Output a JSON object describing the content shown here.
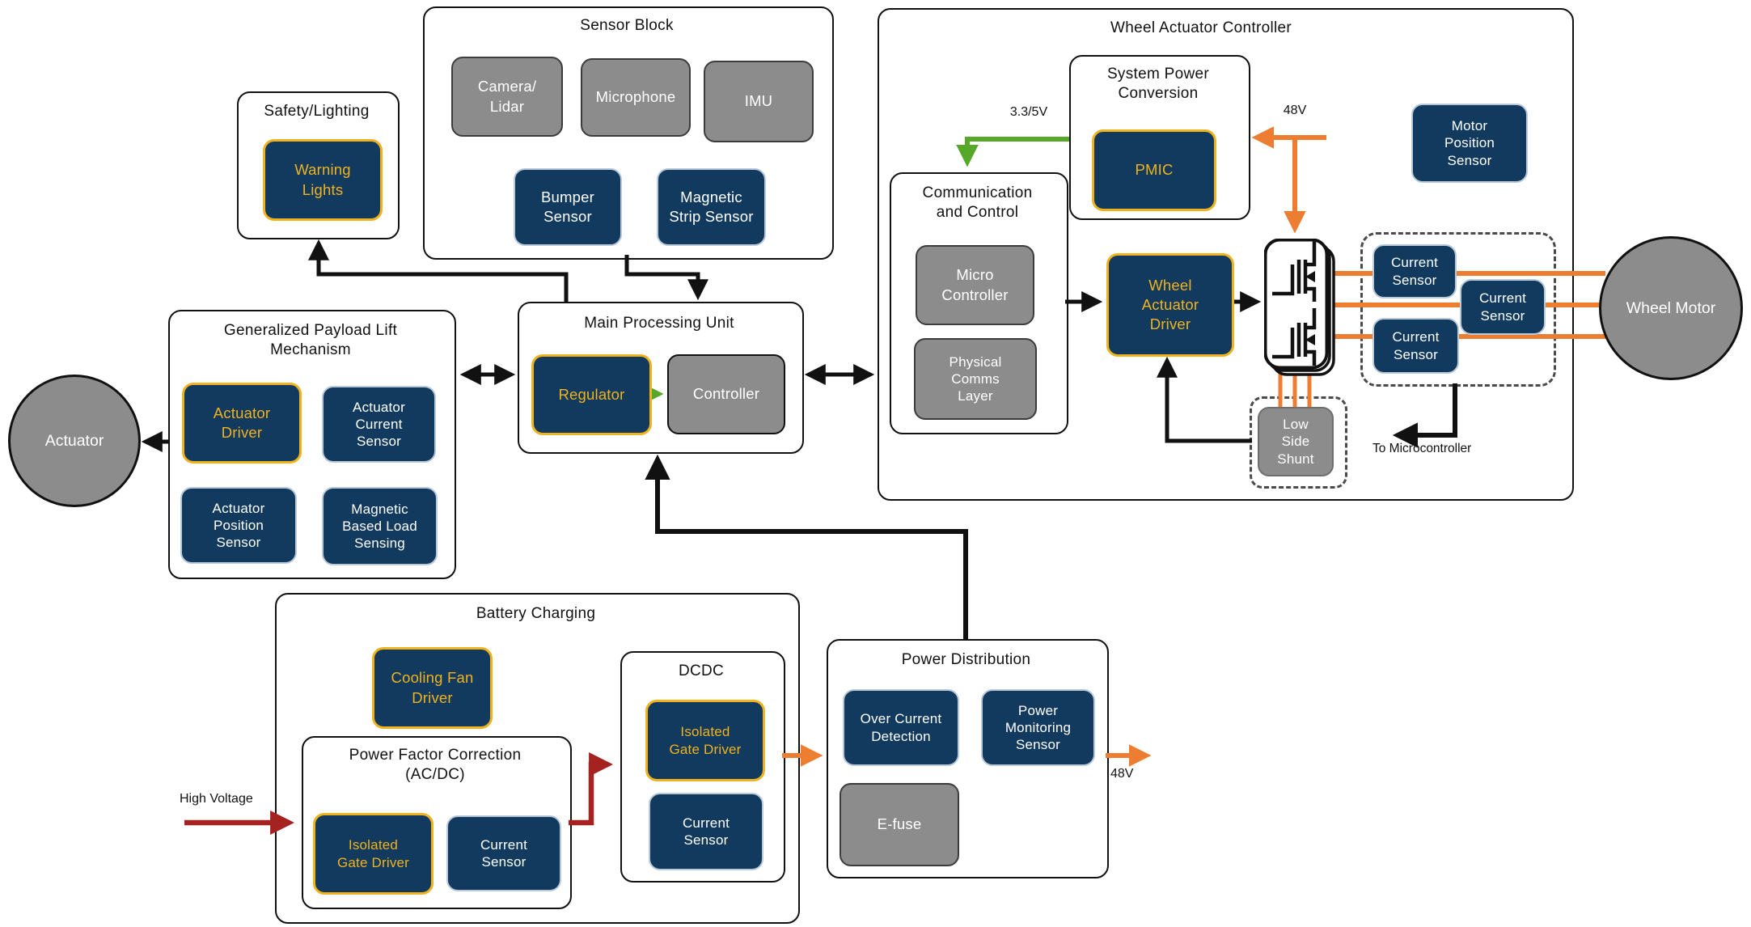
{
  "colors": {
    "navy": "#123a5e",
    "gold": "#f0b31d",
    "gray": "#8c8c8c",
    "line_black": "#111111",
    "orange": "#ed7d31",
    "green": "#56a829",
    "dark_red": "#a42320",
    "background": "#ffffff"
  },
  "containers": {
    "sensor_block": "Sensor Block",
    "safety_lighting": "Safety/Lighting",
    "payload_lift": "Generalized Payload Lift\nMechanism",
    "mpu": "Main Processing Unit",
    "wac": "Wheel Actuator Controller",
    "system_power_conversion": "System Power\nConversion",
    "comm_control": "Communication\nand Control",
    "battery_charging": "Battery Charging",
    "pfc": "Power Factor Correction\n(AC/DC)",
    "dcdc": "DCDC",
    "power_distribution": "Power Distribution"
  },
  "nodes": {
    "camera_lidar": "Camera/\nLidar",
    "microphone": "Microphone",
    "imu": "IMU",
    "bumper_sensor": "Bumper\nSensor",
    "magnetic_strip_sensor": "Magnetic\nStrip Sensor",
    "warning_lights": "Warning\nLights",
    "actuator_driver": "Actuator\nDriver",
    "actuator_current_sensor": "Actuator\nCurrent\nSensor",
    "actuator_position_sensor": "Actuator\nPosition\nSensor",
    "magnetic_based_load_sensing": "Magnetic\nBased Load\nSensing",
    "regulator": "Regulator",
    "controller": "Controller",
    "micro_controller": "Micro\nController",
    "physical_comms_layer": "Physical\nComms\nLayer",
    "pmic": "PMIC",
    "wheel_actuator_driver": "Wheel\nActuator\nDriver",
    "motor_position_sensor": "Motor\nPosition\nSensor",
    "current_sensor_a": "Current\nSensor",
    "current_sensor_b": "Current\nSensor",
    "current_sensor_c": "Current\nSensor",
    "low_side_shunt": "Low\nSide\nShunt",
    "wheel_motor": "Wheel Motor",
    "actuator": "Actuator",
    "cooling_fan_driver": "Cooling Fan\nDriver",
    "pfc_isolated_gate_driver": "Isolated\nGate Driver",
    "pfc_current_sensor": "Current\nSensor",
    "dcdc_isolated_gate_driver": "Isolated\nGate Driver",
    "dcdc_current_sensor": "Current\nSensor",
    "over_current_detection": "Over Current\nDetection",
    "power_monitoring_sensor": "Power\nMonitoring\nSensor",
    "e_fuse": "E-fuse"
  },
  "wire_labels": {
    "rail_3v3_5v": "3.3/5V",
    "rail_48v_in": "48V",
    "rail_48v_out": "48V",
    "high_voltage": "High Voltage",
    "to_microcontroller": "To Microcontroller"
  }
}
